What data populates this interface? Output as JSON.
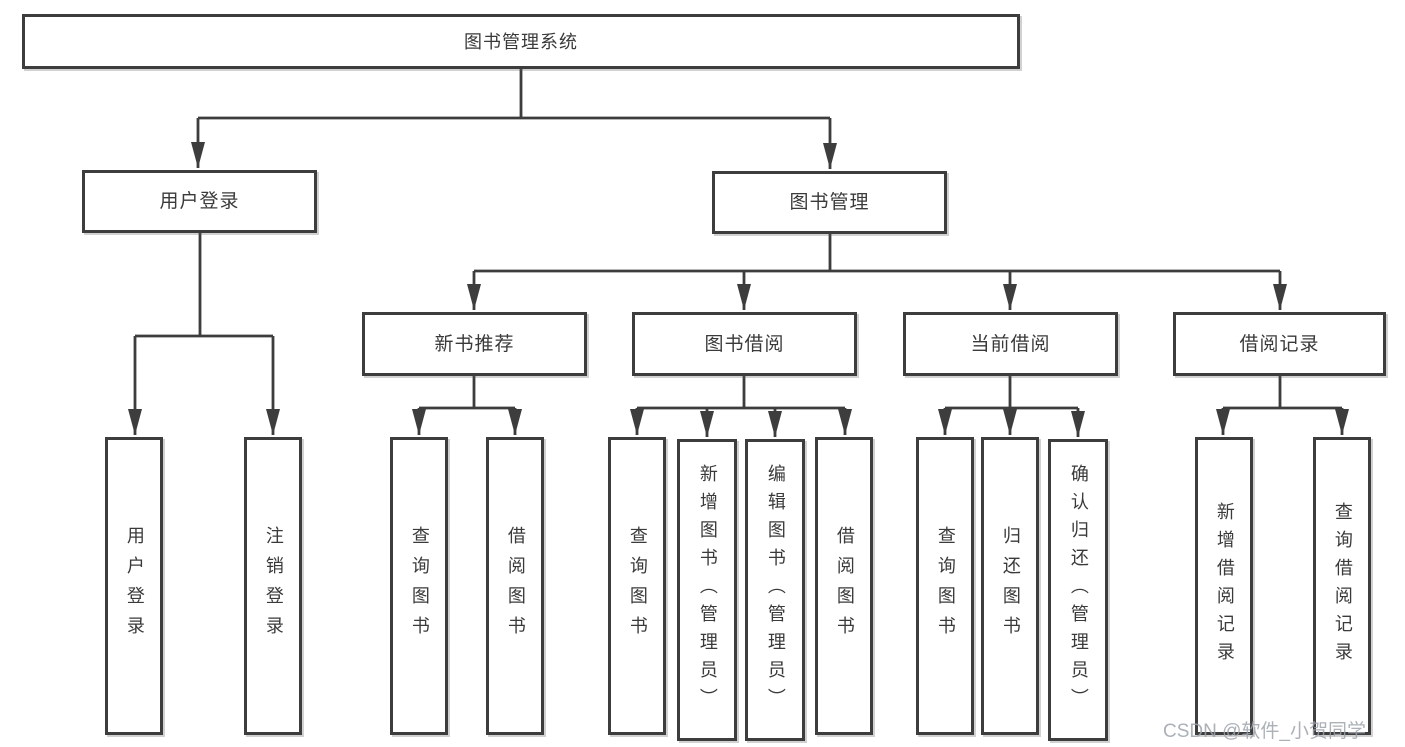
{
  "diagram": {
    "title": "图书管理系统",
    "root": {
      "label": "图书管理系统"
    },
    "level2": [
      {
        "id": "user-login",
        "label": "用户登录"
      },
      {
        "id": "book-management",
        "label": "图书管理"
      }
    ],
    "level3": [
      {
        "id": "new-book-recommendation",
        "label": "新书推荐",
        "parent": "book-management"
      },
      {
        "id": "book-borrowing",
        "label": "图书借阅",
        "parent": "book-management"
      },
      {
        "id": "current-borrowing",
        "label": "当前借阅",
        "parent": "book-management"
      },
      {
        "id": "borrowing-records",
        "label": "借阅记录",
        "parent": "book-management"
      }
    ],
    "leaves": [
      {
        "id": "user-login-leaf",
        "label": "用户登录",
        "parent": "user-login"
      },
      {
        "id": "logout",
        "label": "注销登录",
        "parent": "user-login"
      },
      {
        "id": "query-books-recommend",
        "label": "查询图书",
        "parent": "new-book-recommendation"
      },
      {
        "id": "borrow-books-recommend",
        "label": "借阅图书",
        "parent": "new-book-recommendation"
      },
      {
        "id": "query-books-borrow",
        "label": "查询图书",
        "parent": "book-borrowing"
      },
      {
        "id": "add-book-admin",
        "label": "新增图书（管理员）",
        "parent": "book-borrowing"
      },
      {
        "id": "edit-book-admin",
        "label": "编辑图书（管理员）",
        "parent": "book-borrowing"
      },
      {
        "id": "borrow-books",
        "label": "借阅图书",
        "parent": "book-borrowing"
      },
      {
        "id": "query-books-current",
        "label": "查询图书",
        "parent": "current-borrowing"
      },
      {
        "id": "return-books",
        "label": "归还图书",
        "parent": "current-borrowing"
      },
      {
        "id": "confirm-return-admin",
        "label": "确认归还（管理员）",
        "parent": "current-borrowing"
      },
      {
        "id": "add-borrow-record",
        "label": "新增借阅记录",
        "parent": "borrowing-records"
      },
      {
        "id": "query-borrow-record",
        "label": "查询借阅记录",
        "parent": "borrowing-records"
      }
    ]
  },
  "watermark": {
    "text": "CSDN @软件_小贺同学"
  },
  "colors": {
    "line": "#3d3d3d",
    "text": "#3a3a3a",
    "background": "#ffffff",
    "watermark": "#9ea3ab"
  }
}
